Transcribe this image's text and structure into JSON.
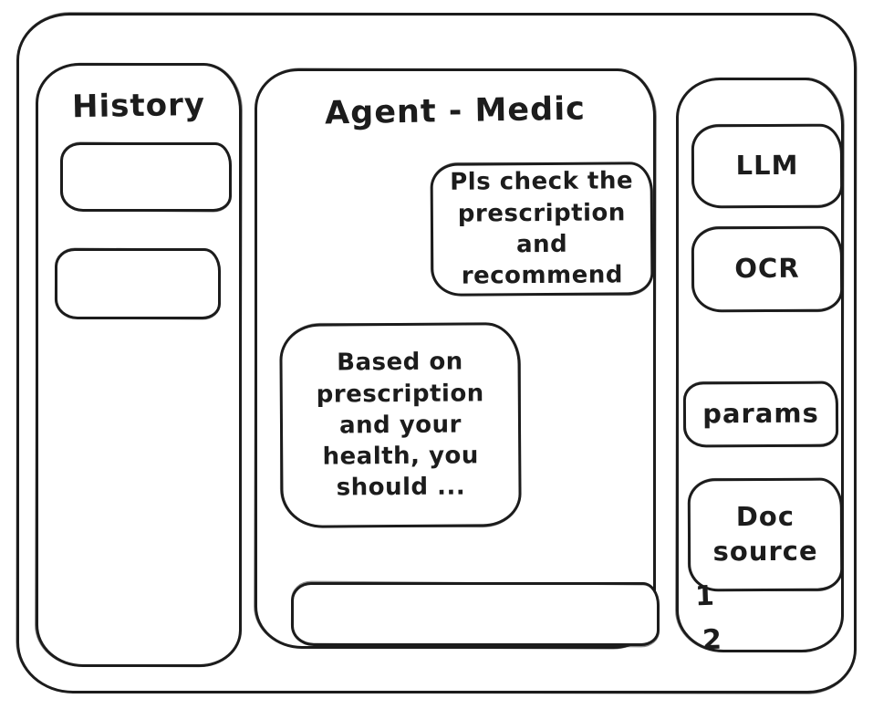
{
  "colors": {
    "background": "#ffffff",
    "ink": "#1c1c1c"
  },
  "history_panel": {
    "title": "History",
    "items": [
      {
        "label": ""
      },
      {
        "label": ""
      }
    ]
  },
  "chat_panel": {
    "title": "Agent - Medic",
    "messages": [
      {
        "role": "user",
        "text": "Pls check the prescription and recommend"
      },
      {
        "role": "assistant",
        "text": "Based on prescription and your health, you should ..."
      }
    ],
    "input": {
      "value": ""
    }
  },
  "tools_panel": {
    "buttons": [
      {
        "id": "llm",
        "label": "LLM"
      },
      {
        "id": "ocr",
        "label": "OCR"
      },
      {
        "id": "params",
        "label": "params"
      },
      {
        "id": "doc-source",
        "label": "Doc source"
      }
    ],
    "doc_source_items": [
      "1",
      "2"
    ]
  }
}
